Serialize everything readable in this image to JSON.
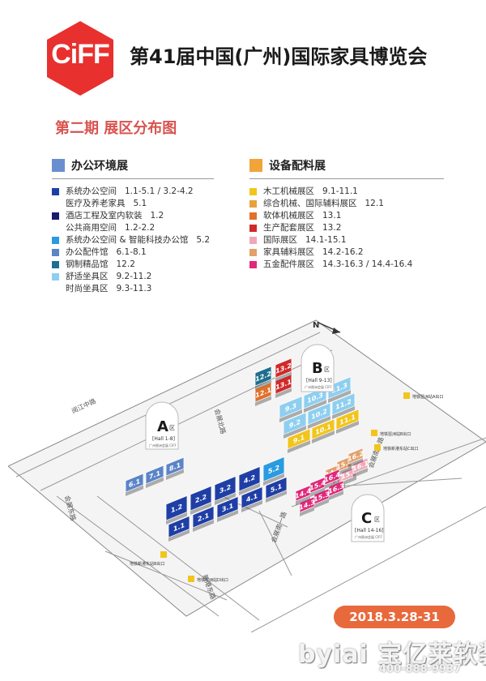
{
  "header": {
    "logo_text": "CiFF",
    "title": "第41届中国(广州)国际家具博览会",
    "subtitle": "第二期 展区分布图"
  },
  "colors": {
    "logo_red": "#e8302e",
    "office_blue": "#6a8fd0",
    "equip_orange": "#f0a43a",
    "date_orange": "#e8693c"
  },
  "legend": {
    "office": {
      "title": "办公环境展",
      "items": [
        {
          "name": "系统办公空间",
          "code": "1.1-5.1 / 3.2-4.2",
          "color": "#1f3fa6"
        },
        {
          "name": "医疗及养老家具",
          "code": "5.1",
          "color": ""
        },
        {
          "name": "酒店工程及室内软装",
          "code": "1.2",
          "color": "#1a1a6e"
        },
        {
          "name": "公共商用空间",
          "code": "1.2-2.2",
          "color": ""
        },
        {
          "name": "系统办公空间 & 智能科技办公馆",
          "code": "5.2",
          "color": "#2a9be0"
        },
        {
          "name": "办公配件馆",
          "code": "6.1-8.1",
          "color": "#5b84c8"
        },
        {
          "name": "钢制精品馆",
          "code": "12.2",
          "color": "#1d6f8f"
        },
        {
          "name": "舒适坐具区",
          "code": "9.2-11.2",
          "color": "#8ecff0"
        },
        {
          "name": "时尚坐具区",
          "code": "9.3-11.3",
          "color": ""
        }
      ]
    },
    "equip": {
      "title": "设备配料展",
      "items": [
        {
          "name": "木工机械展区",
          "code": "9.1-11.1",
          "color": "#f2c51d"
        },
        {
          "name": "综合机械、国际辅料展区",
          "code": "12.1",
          "color": "#e8a13a"
        },
        {
          "name": "软体机械展区",
          "code": "13.1",
          "color": "#e0702a"
        },
        {
          "name": "生产配套展区",
          "code": "13.2",
          "color": "#d12a2a"
        },
        {
          "name": "国际展区",
          "code": "14.1-15.1",
          "color": "#f0a8b8"
        },
        {
          "name": "家具辅料展区",
          "code": "14.2-16.2",
          "color": "#e2a06a"
        },
        {
          "name": "五金配件展区",
          "code": "14.3-16.3 / 14.4-16.4",
          "color": "#e0287a"
        }
      ]
    }
  },
  "map": {
    "north_label": "N",
    "zone_a": {
      "letter": "A",
      "suffix": "区",
      "hall": "[Hall 1-8]",
      "sub": "广州琶洲会展 CIFF"
    },
    "zone_b": {
      "letter": "B",
      "suffix": "区",
      "hall": "[Hall 9-13]",
      "sub": "广州琶洲会展 CIFF"
    },
    "zone_c": {
      "letter": "C",
      "suffix": "区",
      "hall": "[Hall 14-16]",
      "sub": "广州琶洲会展 CIFF"
    },
    "roads": {
      "yuejiang": "阅江中路",
      "huiyun": "会展东路",
      "xingang": "新港东路",
      "huizhan_north": "会展北路",
      "huizhan_south_1": "会展南一路",
      "huizhan_south_2": "会展南一路"
    },
    "exits": {
      "pazhou_a": "地铁琶洲站A出口",
      "pazhou_b": "地铁琶洲站B出口",
      "xingang_b": "地铁新港东站B出口",
      "xingang_c": "地铁新港东站C出口",
      "pazhou_d": "地铁琶洲站D出口"
    },
    "halls_a": [
      "1.1",
      "2.1",
      "3.1",
      "4.1",
      "5.1",
      "1.2",
      "2.2",
      "3.2",
      "4.2",
      "5.2",
      "6.1",
      "7.1",
      "8.1"
    ],
    "halls_b": [
      "12.1",
      "13.1",
      "12.2",
      "13.2",
      "9.1",
      "10.1",
      "11.1",
      "9.2",
      "10.2",
      "11.2",
      "9.3",
      "10.3",
      "11.3"
    ],
    "halls_c": [
      "14.1",
      "15.1",
      "16.1",
      "14.2",
      "15.2",
      "16.2",
      "14.3",
      "15.3",
      "16.3",
      "14.4",
      "15.4",
      "16.4"
    ]
  },
  "date": "2018.3.28-31",
  "watermark": {
    "brand": "byiai 宝亿莱软装",
    "phone": "400-888-9937"
  }
}
